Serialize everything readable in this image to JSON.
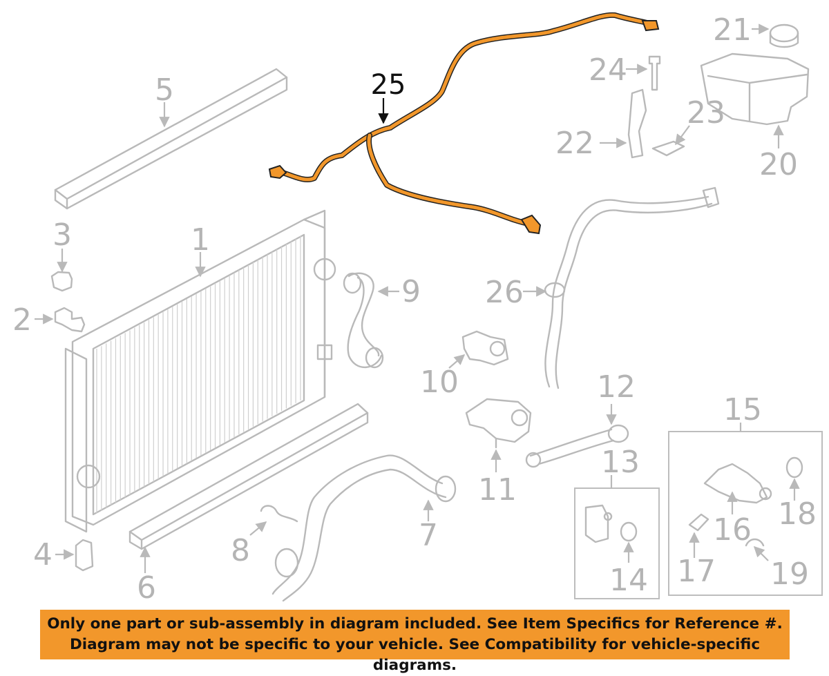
{
  "diagram": {
    "callouts": {
      "c1": "1",
      "c2": "2",
      "c3": "3",
      "c4": "4",
      "c5": "5",
      "c6": "6",
      "c7": "7",
      "c8": "8",
      "c9": "9",
      "c10": "10",
      "c11": "11",
      "c12": "12",
      "c13": "13",
      "c14": "14",
      "c15": "15",
      "c16": "16",
      "c17": "17",
      "c18": "18",
      "c19": "19",
      "c20": "20",
      "c21": "21",
      "c22": "22",
      "c23": "23",
      "c24": "24",
      "c25": "25",
      "c26": "26"
    },
    "highlight_color": "#f2972b",
    "parts_color": "#b9b9b9"
  },
  "banner": {
    "line1": "Only one part or sub-assembly in diagram included. See Item Specifics for Reference #.",
    "line2": "Diagram may not be specific to your vehicle. See Compatibility for vehicle-specific diagrams.",
    "background": "#f2972b"
  }
}
